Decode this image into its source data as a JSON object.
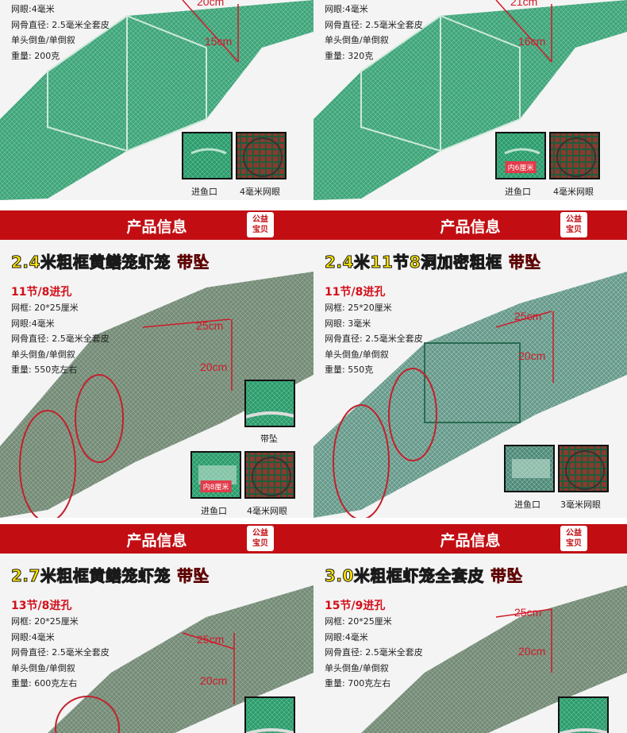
{
  "banner": {
    "title": "产品信息",
    "badge_line1": "公益",
    "badge_line2": "宝贝"
  },
  "top_left": {
    "specs": [
      "网眼:4毫米",
      "网骨直径: 2.5毫米全套皮",
      "单头倒鱼/单倒叙",
      "重量: 200克"
    ],
    "measure_top": "20cm",
    "measure_side": "15cm",
    "captions": [
      "进鱼口",
      "4毫米网眼"
    ]
  },
  "top_right": {
    "specs": [
      "网眼:4毫米",
      "网骨直径: 2.5毫米全套皮",
      "单头倒鱼/单倒叙",
      "重量: 320克"
    ],
    "measure_top": "21cm",
    "measure_side": "16cm",
    "thumb_tag": "内6厘米",
    "captions": [
      "进鱼口",
      "4毫米网眼"
    ]
  },
  "mid_left": {
    "title": "2.4米粗框黄鳝笼虾笼",
    "title_tag": "带坠",
    "subtitle": "11节/8进孔",
    "specs": [
      "网框: 20*25厘米",
      "网眼:4毫米",
      "网骨直径: 2.5毫米全套皮",
      "单头倒鱼/单倒叙",
      "重量: 550克左右"
    ],
    "measure_top": "25cm",
    "measure_side": "20cm",
    "thumb_tag": "内8厘米",
    "weight_caption": "带坠",
    "captions": [
      "进鱼口",
      "4毫米网眼"
    ]
  },
  "mid_right": {
    "title": "2.4米11节8洞加密粗框",
    "title_tag": "带坠",
    "subtitle": "11节/8进孔",
    "specs": [
      "网框: 25*20厘米",
      "网眼: 3毫米",
      "网骨直径: 2.5毫米全套皮",
      "单头倒鱼/单倒叙",
      "重量: 550克"
    ],
    "measure_top": "25cm",
    "measure_side": "20cm",
    "captions": [
      "进鱼口",
      "3毫米网眼"
    ]
  },
  "bottom_left": {
    "title": "2.7米粗框黄鳝笼虾笼",
    "title_tag": "带坠",
    "subtitle": "13节/8进孔",
    "specs": [
      "网框: 20*25厘米",
      "网眼:4毫米",
      "网骨直径: 2.5毫米全套皮",
      "单头倒鱼/单倒叙",
      "重量: 600克左右"
    ],
    "measure_top": "25cm",
    "measure_side": "20cm"
  },
  "bottom_right": {
    "title": "3.0米粗框虾笼全套皮",
    "title_tag": "带坠",
    "subtitle": "15节/9进孔",
    "specs": [
      "网框: 20*25厘米",
      "网眼:4毫米",
      "网骨直径: 2.5毫米全套皮",
      "单头倒鱼/单倒叙",
      "重量: 700克左右"
    ],
    "measure_top": "25cm",
    "measure_side": "20cm"
  },
  "colors": {
    "banner": "#c20e13",
    "title_yellow": "#ffe600",
    "accent_red": "#d20f1a",
    "net_green": "#2f9a6a"
  }
}
